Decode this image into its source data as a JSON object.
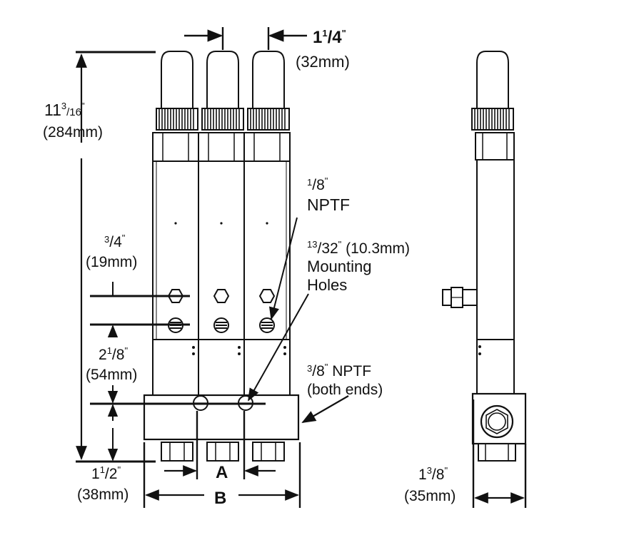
{
  "dimensions": {
    "spacing": {
      "whole": "1",
      "num": "1",
      "den": "4",
      "inch_mark": "\"",
      "metric": "(32mm)"
    },
    "height": {
      "whole": "11",
      "num": "3",
      "den": "16",
      "inch_mark": "\"",
      "metric": "(284mm)"
    },
    "three_quarter": {
      "num": "3",
      "den": "4",
      "inch_mark": "\"",
      "metric": "(19mm)"
    },
    "two_eighth": {
      "whole": "2",
      "num": "1",
      "den": "8",
      "inch_mark": "\"",
      "metric": "(54mm)"
    },
    "one_half": {
      "whole": "1",
      "num": "1",
      "den": "2",
      "inch_mark": "\"",
      "metric": "(38mm)"
    },
    "three_eighth_width": {
      "whole": "1",
      "num": "3",
      "den": "8",
      "inch_mark": "\"",
      "metric": "(35mm)"
    },
    "dim_a": "A",
    "dim_b": "B"
  },
  "callouts": {
    "outlet_thread": {
      "num": "1",
      "den": "8",
      "inch_mark": "\"",
      "text": "NPTF"
    },
    "mounting_holes": {
      "num": "13",
      "den": "32",
      "inch_mark": "\"",
      "metric": "(10.3mm)",
      "line1": "Mounting",
      "line2": "Holes"
    },
    "inlet_thread": {
      "num": "3",
      "den": "8",
      "inch_mark": "\"",
      "text": "NPTF",
      "note": "(both ends)"
    }
  }
}
